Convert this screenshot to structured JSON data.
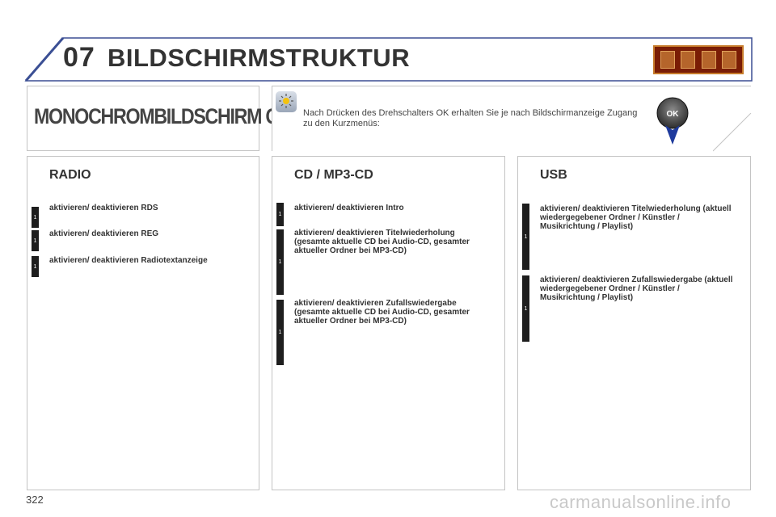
{
  "header": {
    "chapter_number": "07",
    "title": "BILDSCHIRMSTRUKTUR",
    "thumbnail_icons": [
      "phone-icon",
      "document-icon",
      "gauge-icon",
      "fuel-icon"
    ]
  },
  "mono": {
    "title": "MONOCHROMBILDSCHIRM C"
  },
  "intro": {
    "icon": "lightbulb-icon",
    "text": "Nach Drücken des Drehschalters OK erhalten Sie je nach Bildschirmanzeige Zugang zu den Kurzmenüs:",
    "ok_icon_label": "OK"
  },
  "colors": {
    "header_blue": "#3b4f94",
    "bar_dark": "#1e1e1e",
    "thumb_bg": "#7a1d05"
  },
  "columns": [
    {
      "title": "RADIO",
      "items": [
        {
          "level": "1",
          "text": "aktivieren/ deaktivieren RDS"
        },
        {
          "level": "1",
          "text": "aktivieren/ deaktivieren REG"
        },
        {
          "level": "1",
          "text": "aktivieren/ deaktivieren Radiotextanzeige"
        }
      ]
    },
    {
      "title": "CD / MP3-CD",
      "items": [
        {
          "level": "1",
          "text": "aktivieren/ deaktivieren Intro"
        },
        {
          "level": "1",
          "text": "aktivieren/ deaktivieren Titelwiederholung (gesamte aktuelle CD bei Audio-CD, gesamter aktueller Ordner bei MP3-CD)"
        },
        {
          "level": "1",
          "text": "aktivieren/ deaktivieren Zufallswiedergabe (gesamte aktuelle CD bei Audio-CD, gesamter aktueller Ordner bei MP3-CD)"
        }
      ]
    },
    {
      "title": "USB",
      "items": [
        {
          "level": "1",
          "text": "aktivieren/ deaktivieren Titelwiederholung (aktuell wiedergegebener Ordner / Künstler / Musikrichtung / Playlist)"
        },
        {
          "level": "1",
          "text": "aktivieren/ deaktivieren Zufallswiedergabe (aktuell wiedergegebener Ordner / Künstler / Musikrichtung / Playlist)"
        }
      ]
    }
  ],
  "footer": {
    "page_number": "322",
    "watermark": "carmanualsonline.info"
  }
}
